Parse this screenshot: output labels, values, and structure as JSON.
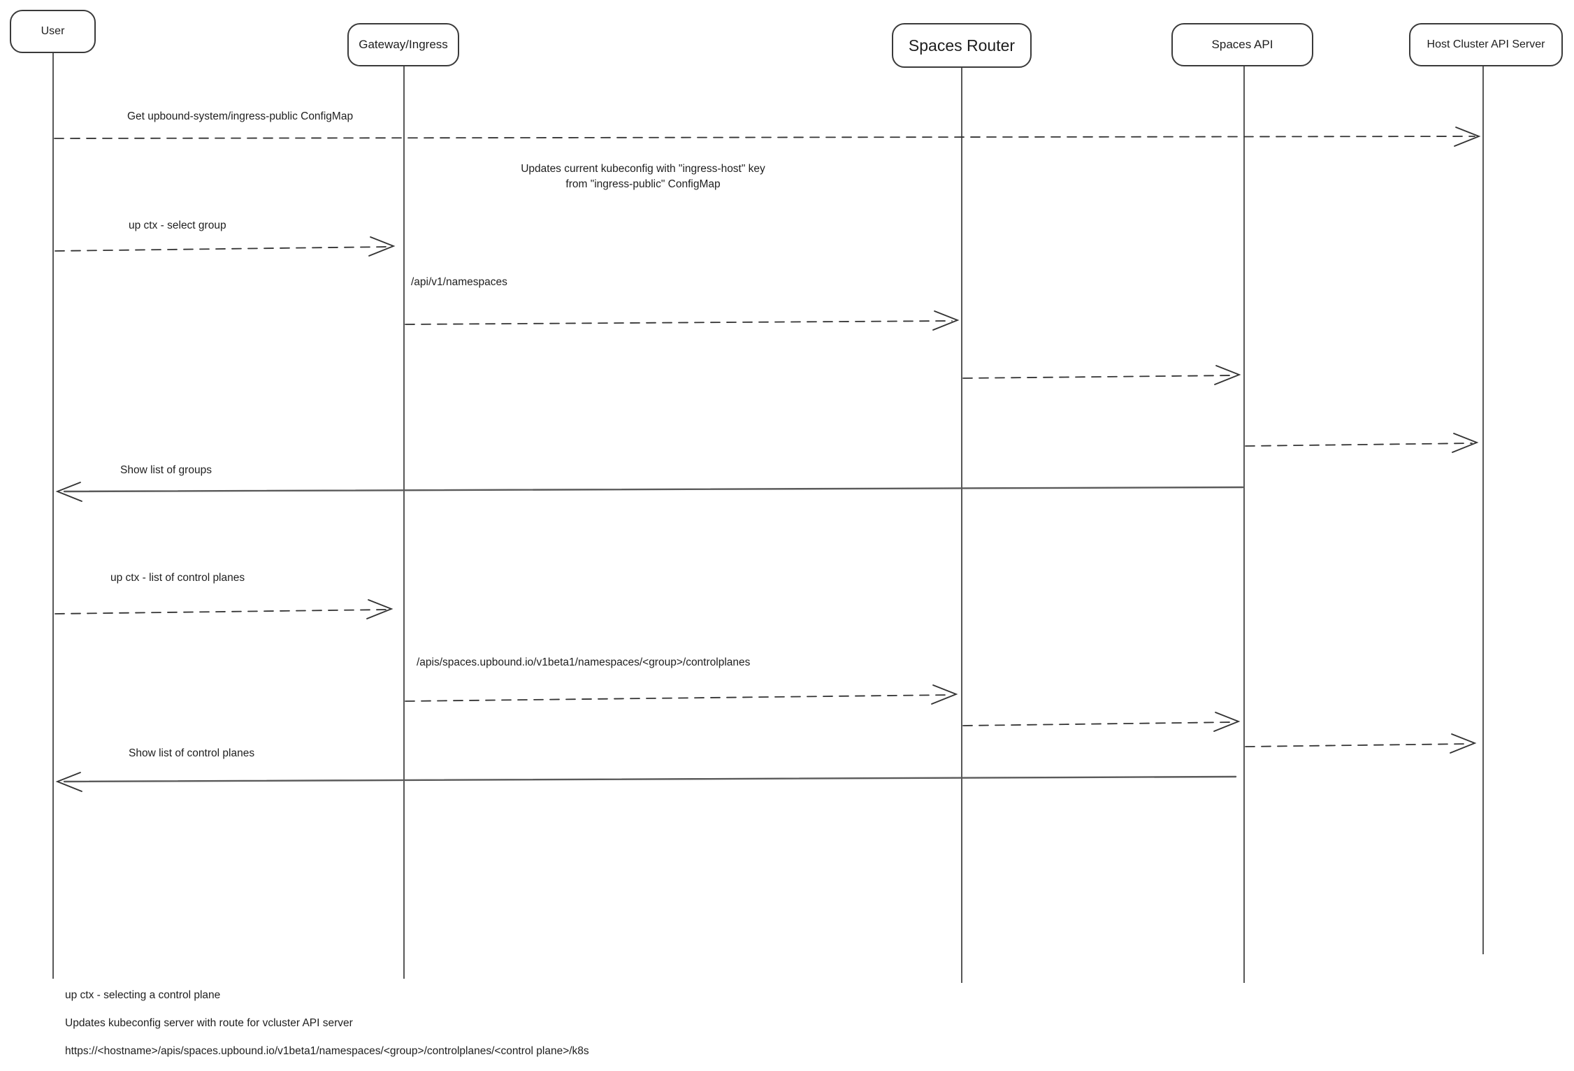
{
  "colors": {
    "stroke": "#3a3a3a",
    "text": "#1e1e1e",
    "background": "#ffffff",
    "solid_return_line": "#5a5a5a"
  },
  "actors": [
    {
      "label": "User"
    },
    {
      "label": "Gateway/Ingress"
    },
    {
      "label": "Spaces Router"
    },
    {
      "label": "Spaces API"
    },
    {
      "label": "Host Cluster API Server"
    }
  ],
  "messages": [
    {
      "label": "Get upbound-system/ingress-public ConfigMap",
      "from": "User",
      "to": "Host Cluster API Server",
      "style": "dashed"
    },
    {
      "label": "up ctx - select group",
      "from": "User",
      "to": "Gateway/Ingress",
      "style": "dashed"
    },
    {
      "label": "/api/v1/namespaces",
      "from": "Gateway/Ingress",
      "to": "Spaces Router",
      "style": "dashed"
    },
    {
      "label": "",
      "from": "Spaces Router",
      "to": "Spaces API",
      "style": "dashed"
    },
    {
      "label": "",
      "from": "Spaces API",
      "to": "Host Cluster API Server",
      "style": "dashed"
    },
    {
      "label": "Show list of groups",
      "from": "Spaces API",
      "to": "User",
      "style": "solid"
    },
    {
      "label": "up ctx - list of control planes",
      "from": "User",
      "to": "Gateway/Ingress",
      "style": "dashed"
    },
    {
      "label": "/apis/spaces.upbound.io/v1beta1/namespaces/<group>/controlplanes",
      "from": "Gateway/Ingress",
      "to": "Spaces Router",
      "style": "dashed"
    },
    {
      "label": "",
      "from": "Spaces Router",
      "to": "Spaces API",
      "style": "dashed"
    },
    {
      "label": "",
      "from": "Spaces API",
      "to": "Host Cluster API Server",
      "style": "dashed"
    },
    {
      "label": "Show list of control planes",
      "from": "Spaces API",
      "to": "User",
      "style": "solid"
    }
  ],
  "note": {
    "line1": "Updates current kubeconfig with \"ingress-host\" key",
    "line2": "from \"ingress-public\" ConfigMap"
  },
  "footer": [
    {
      "text": "up ctx - selecting a control plane"
    },
    {
      "text": "Updates kubeconfig server with route for vcluster API server"
    },
    {
      "text": "https://<hostname>/apis/spaces.upbound.io/v1beta1/namespaces/<group>/controlplanes/<control plane>/k8s"
    }
  ]
}
